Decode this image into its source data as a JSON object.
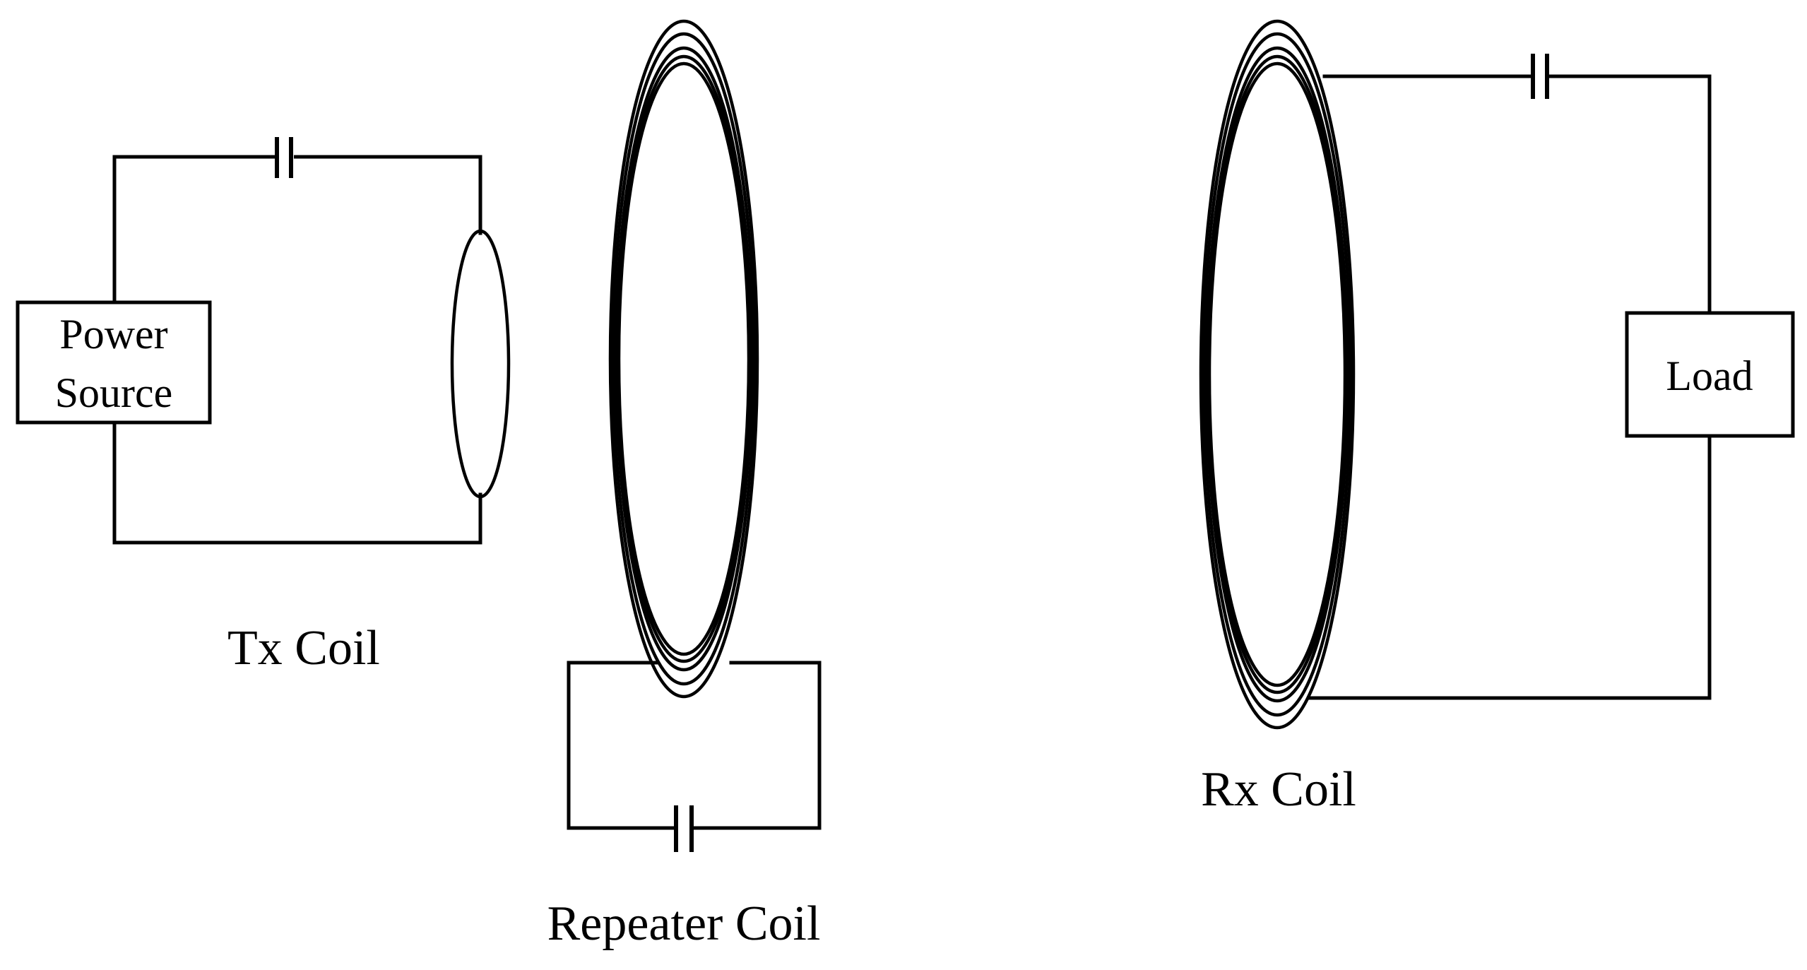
{
  "diagram": {
    "power_source": {
      "label_line1": "Power",
      "label_line2": "Source"
    },
    "load": {
      "label": "Load"
    },
    "coils": {
      "tx_label": "Tx Coil",
      "repeater_label": "Repeater Coil",
      "rx_label": "Rx Coil"
    }
  }
}
